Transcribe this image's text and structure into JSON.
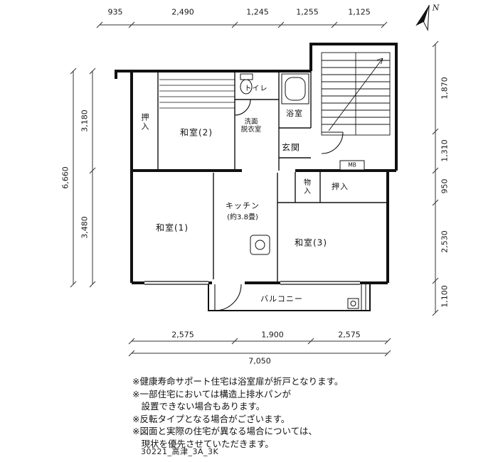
{
  "compass": {
    "label": "N"
  },
  "dims": {
    "top": [
      "935",
      "2,490",
      "1,245",
      "1,255",
      "1,125"
    ],
    "left_total": "6,660",
    "left_upper": "3,180",
    "left_lower": "3,480",
    "right": [
      "1,870",
      "1,310",
      "950",
      "2,530",
      "1,100"
    ],
    "bottom": [
      "2,575",
      "1,900",
      "2,575"
    ],
    "bottom_total": "7,050"
  },
  "rooms": {
    "oshiire_left": "押入",
    "washitsu2": "和室(2)",
    "toilet": "トイレ",
    "senmen_1": "洗面",
    "senmen_2": "脱衣室",
    "bath": "浴室",
    "genkan": "玄関",
    "mb": "MB",
    "monoire": "物入",
    "oshiire_right": "押入",
    "kitchen": "キッチン",
    "kitchen_size": "(約3.8畳)",
    "washitsu1": "和室(1)",
    "washitsu3": "和室(3)",
    "balcony": "バルコニー"
  },
  "notes": [
    "※健康寿命サポート住宅は浴室扉が折戸となります。",
    "※一部住宅においては構造上排水パンが",
    "　設置できない場合もあります。",
    "※反転タイプとなる場合がございます。",
    "※図面と実際の住宅が異なる場合については、",
    "　現状を優先させていただきます。"
  ],
  "footer": "30221_高津_3A_3K"
}
